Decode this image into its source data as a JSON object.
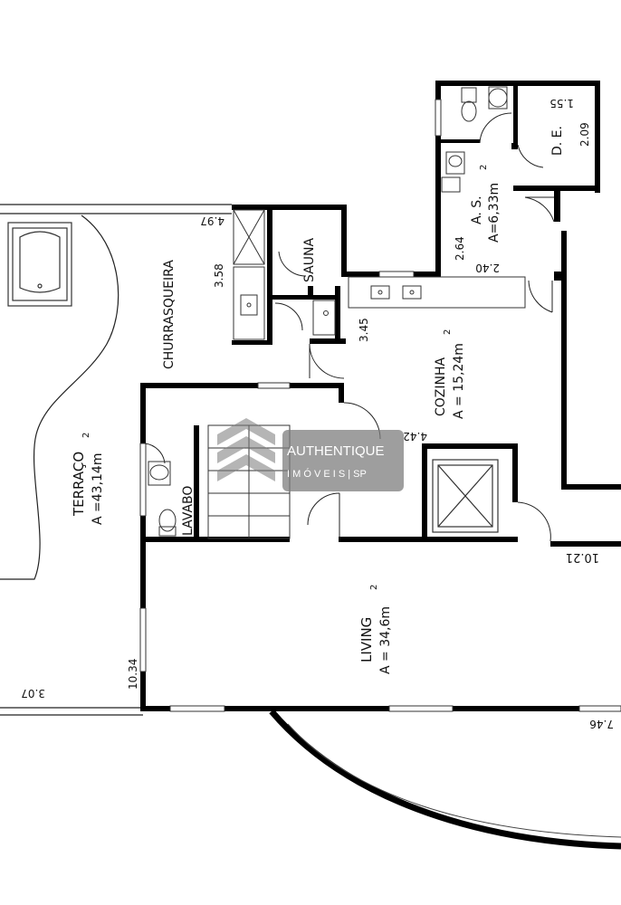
{
  "rooms": {
    "terraco": {
      "name": "TERRAÇO",
      "area": "A =43,14m",
      "sup": "2"
    },
    "churrasqueira": {
      "name": "CHURRASQUEIRA"
    },
    "sauna": {
      "name": "SAUNA"
    },
    "cozinha": {
      "name": "COZINHA",
      "area": "A = 15,24m",
      "sup": "2"
    },
    "as": {
      "name": "A. S.",
      "area": "A=6,33m",
      "sup": "2"
    },
    "de": {
      "name": "D. E."
    },
    "lavabo": {
      "name": "LAVABO"
    },
    "living": {
      "name": "LIVING",
      "area": "A = 34,6m",
      "sup": "2"
    }
  },
  "dimensions": {
    "d_4_97": "4.97",
    "d_3_58": "3.58",
    "d_3_45": "3.45",
    "d_4_42": "4.42",
    "d_2_64": "2.64",
    "d_2_40": "2.40",
    "d_1_55": "1.55",
    "d_2_09": "2.09",
    "d_10_21": "10.21",
    "d_10_34": "10.34",
    "d_3_07": "3.07",
    "d_7_46": "7.46"
  },
  "watermark": {
    "line1": "AUTHENTIQUE",
    "line2": "I M Ó V E I S | SP",
    "colors": {
      "bar": "#8a8a8a",
      "text": "#ffffff"
    }
  }
}
